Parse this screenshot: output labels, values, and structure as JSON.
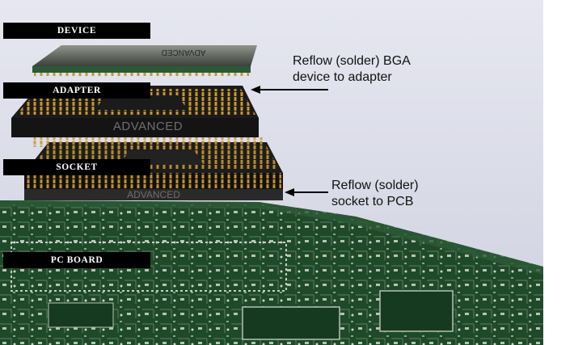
{
  "labels": {
    "device": "DEVICE",
    "adapter": "ADAPTER",
    "socket": "SOCKET",
    "pc_board": "PC BOARD"
  },
  "brand": {
    "adapter_text": "ADVANCED",
    "socket_text": "ADVANCED",
    "chip_text": "ADVANCED"
  },
  "callouts": {
    "reflow_bga_line1": "Reflow (solder) BGA",
    "reflow_bga_line2": "device to adapter",
    "reflow_socket_line1": "Reflow (solder)",
    "reflow_socket_line2": "socket to PCB"
  },
  "colors": {
    "background": "#dcdde9",
    "pcb_green": "#1f4a2a",
    "pin_gold": "#c8962e",
    "adapter_black": "#161616",
    "label_bg": "#000000"
  }
}
